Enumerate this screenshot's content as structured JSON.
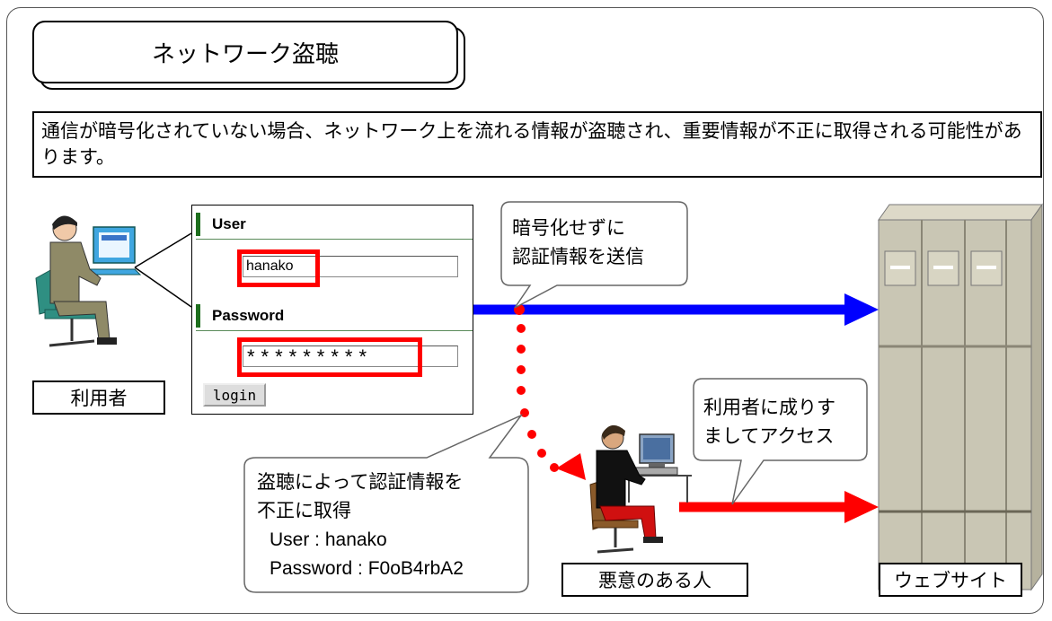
{
  "title": "ネットワーク盗聴",
  "description": "通信が暗号化されていない場合、ネットワーク上を流れる情報が盗聴され、重要情報が不正に取得される可能性があります。",
  "labels": {
    "user": "利用者",
    "attacker": "悪意のある人",
    "website": "ウェブサイト"
  },
  "login_form": {
    "user_label": "User",
    "user_value": "hanako",
    "password_label": "Password",
    "password_value": "*********",
    "login_button": "login"
  },
  "bubbles": {
    "unencrypted_line1": "暗号化せずに",
    "unencrypted_line2": "認証情報を送信",
    "impersonate_line1": "利用者に成りす",
    "impersonate_line2": "ましてアクセス",
    "stolen_line1": "盗聴によって認証情報を",
    "stolen_line2": "不正に取得",
    "stolen_user": "User : hanako",
    "stolen_password": "Password : F0oB4rbA2"
  },
  "colors": {
    "legit_flow": "#0000ff",
    "attack_flow": "#ff0000",
    "highlight": "#ff0000",
    "bubble_fill": "#ffffff",
    "server_fill": "#c9c6b4"
  },
  "icons": {
    "user_figure": "person-at-computer-icon",
    "attacker_figure": "attacker-at-computer-icon",
    "server": "server-rack-icon"
  }
}
